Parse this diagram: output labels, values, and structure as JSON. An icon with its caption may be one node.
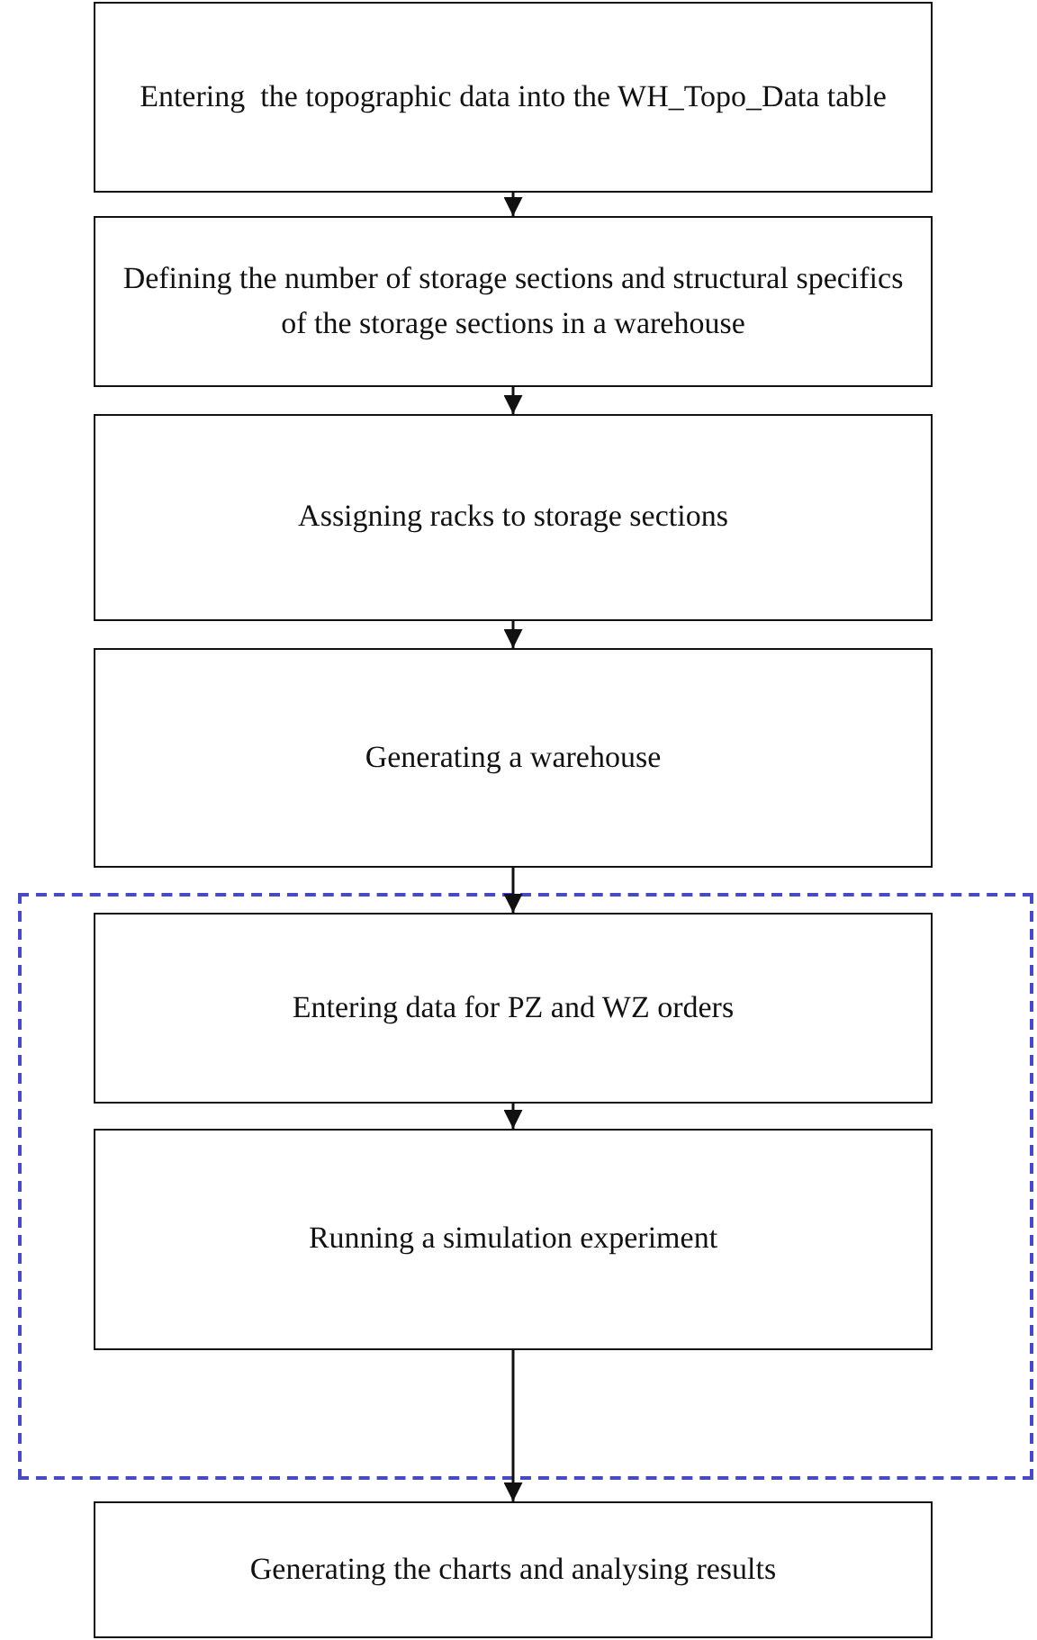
{
  "diagram": {
    "nodes": [
      {
        "text": [
          "Entering  the topographic data into the WH_Topo_Data table"
        ]
      },
      {
        "text": [
          "Defining the number of storage sections and structural specifics of the storage sections in a warehouse"
        ]
      },
      {
        "text": [
          "Assigning racks to storage sections"
        ]
      },
      {
        "text": [
          "Generating a warehouse"
        ]
      },
      {
        "text": [],
        "shape": "box"
      },
      {
        "text": [
          "Entering data for PZ and WZ orders"
        ],
        "in": 4
      },
      {
        "text": [
          "Running a simulation experiment"
        ],
        "in": 4
      },
      {
        "text": [
          "Generating the charts and analysing results"
        ]
      }
    ],
    "edges": [
      {
        "from": 0,
        "to": 1,
        "arrow": "to"
      },
      {
        "from": 1,
        "to": 2,
        "arrow": "to"
      },
      {
        "from": 2,
        "to": 3,
        "arrow": "to"
      },
      {
        "from": 3,
        "to": 5,
        "arrow": "to"
      },
      {
        "from": 5,
        "to": 6,
        "arrow": "to"
      },
      {
        "from": 6,
        "to": 7,
        "arrow": "to"
      }
    ]
  }
}
